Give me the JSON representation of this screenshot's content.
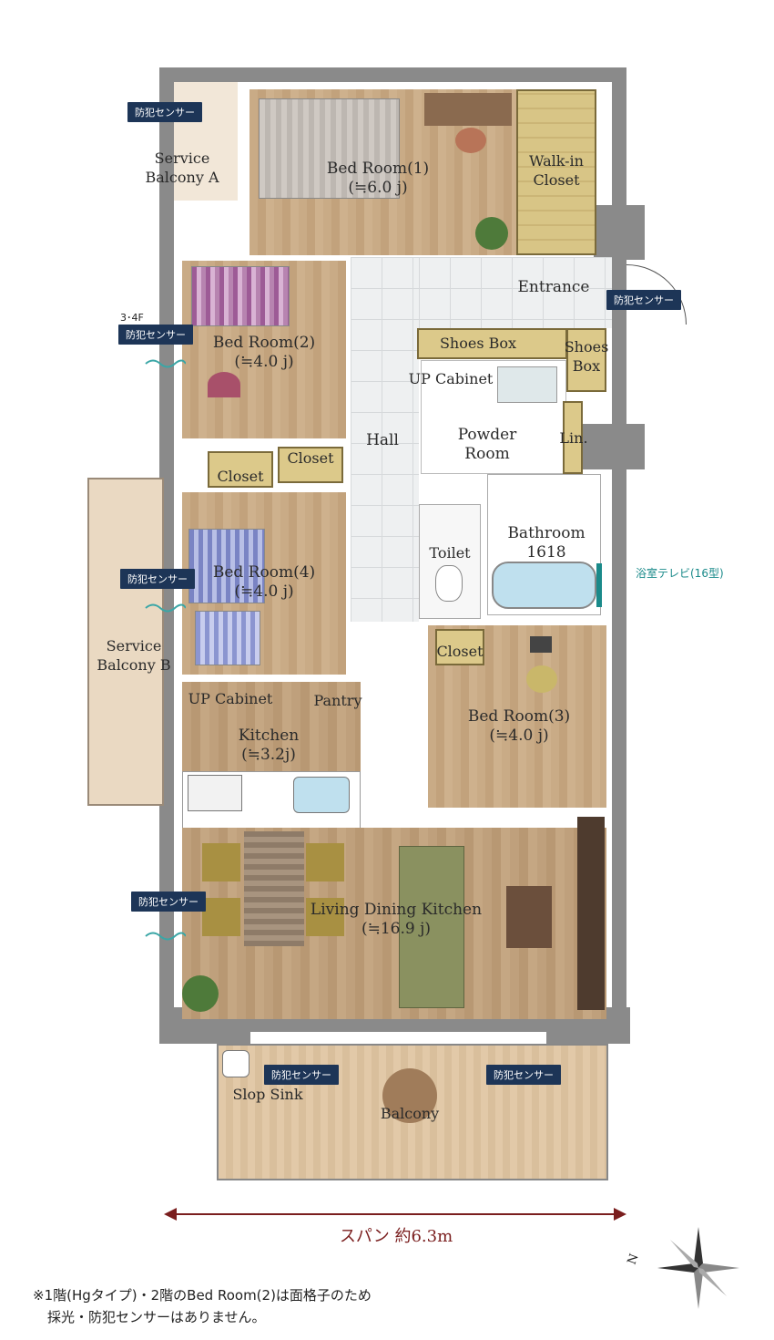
{
  "rooms": {
    "service_balcony_a": "Service\nBalcony A",
    "bed_room_1": "Bed Room(1)",
    "bed_room_1_size": "(≒6.0 j)",
    "walk_in_closet": "Walk-in\nCloset",
    "entrance": "Entrance",
    "bed_room_2": "Bed Room(2)",
    "bed_room_2_size": "(≒4.0 j)",
    "shoes_box_1": "Shoes Box",
    "shoes_box_2": "Shoes\nBox",
    "up_cabinet_1": "UP Cabinet",
    "hall": "Hall",
    "powder_room": "Powder\nRoom",
    "lin": "Lin.",
    "closet_a": "Closet",
    "closet_b": "Closet",
    "bathroom": "Bathroom",
    "bathroom_size": "1618",
    "toilet": "Toilet",
    "bed_room_4": "Bed Room(4)",
    "bed_room_4_size": "(≒4.0 j)",
    "closet_c": "Closet",
    "service_balcony_b": "Service\nBalcony B",
    "up_cabinet_2": "UP Cabinet",
    "pantry": "Pantry",
    "kitchen": "Kitchen",
    "kitchen_size": "(≒3.2j)",
    "bed_room_3": "Bed Room(3)",
    "bed_room_3_size": "(≒4.0 j)",
    "ldk": "Living Dining Kitchen",
    "ldk_size": "(≒16.9 j)",
    "slop_sink": "Slop Sink",
    "balcony": "Balcony"
  },
  "badges": {
    "sensor": "防犯センサー",
    "floor_note": "3･4F",
    "tv": "浴室テレビ(16型)"
  },
  "span_label": "スパン 約6.3m",
  "compass_letter": "N",
  "footnote_line1": "※1階(Hgタイプ)・2階のBed Room(2)は面格子のため",
  "footnote_line2": "採光・防犯センサーはありません。",
  "colors": {
    "badge": "#1d3557",
    "span_arrow": "#7a1e1e",
    "tv_label": "#1a8a8a"
  }
}
